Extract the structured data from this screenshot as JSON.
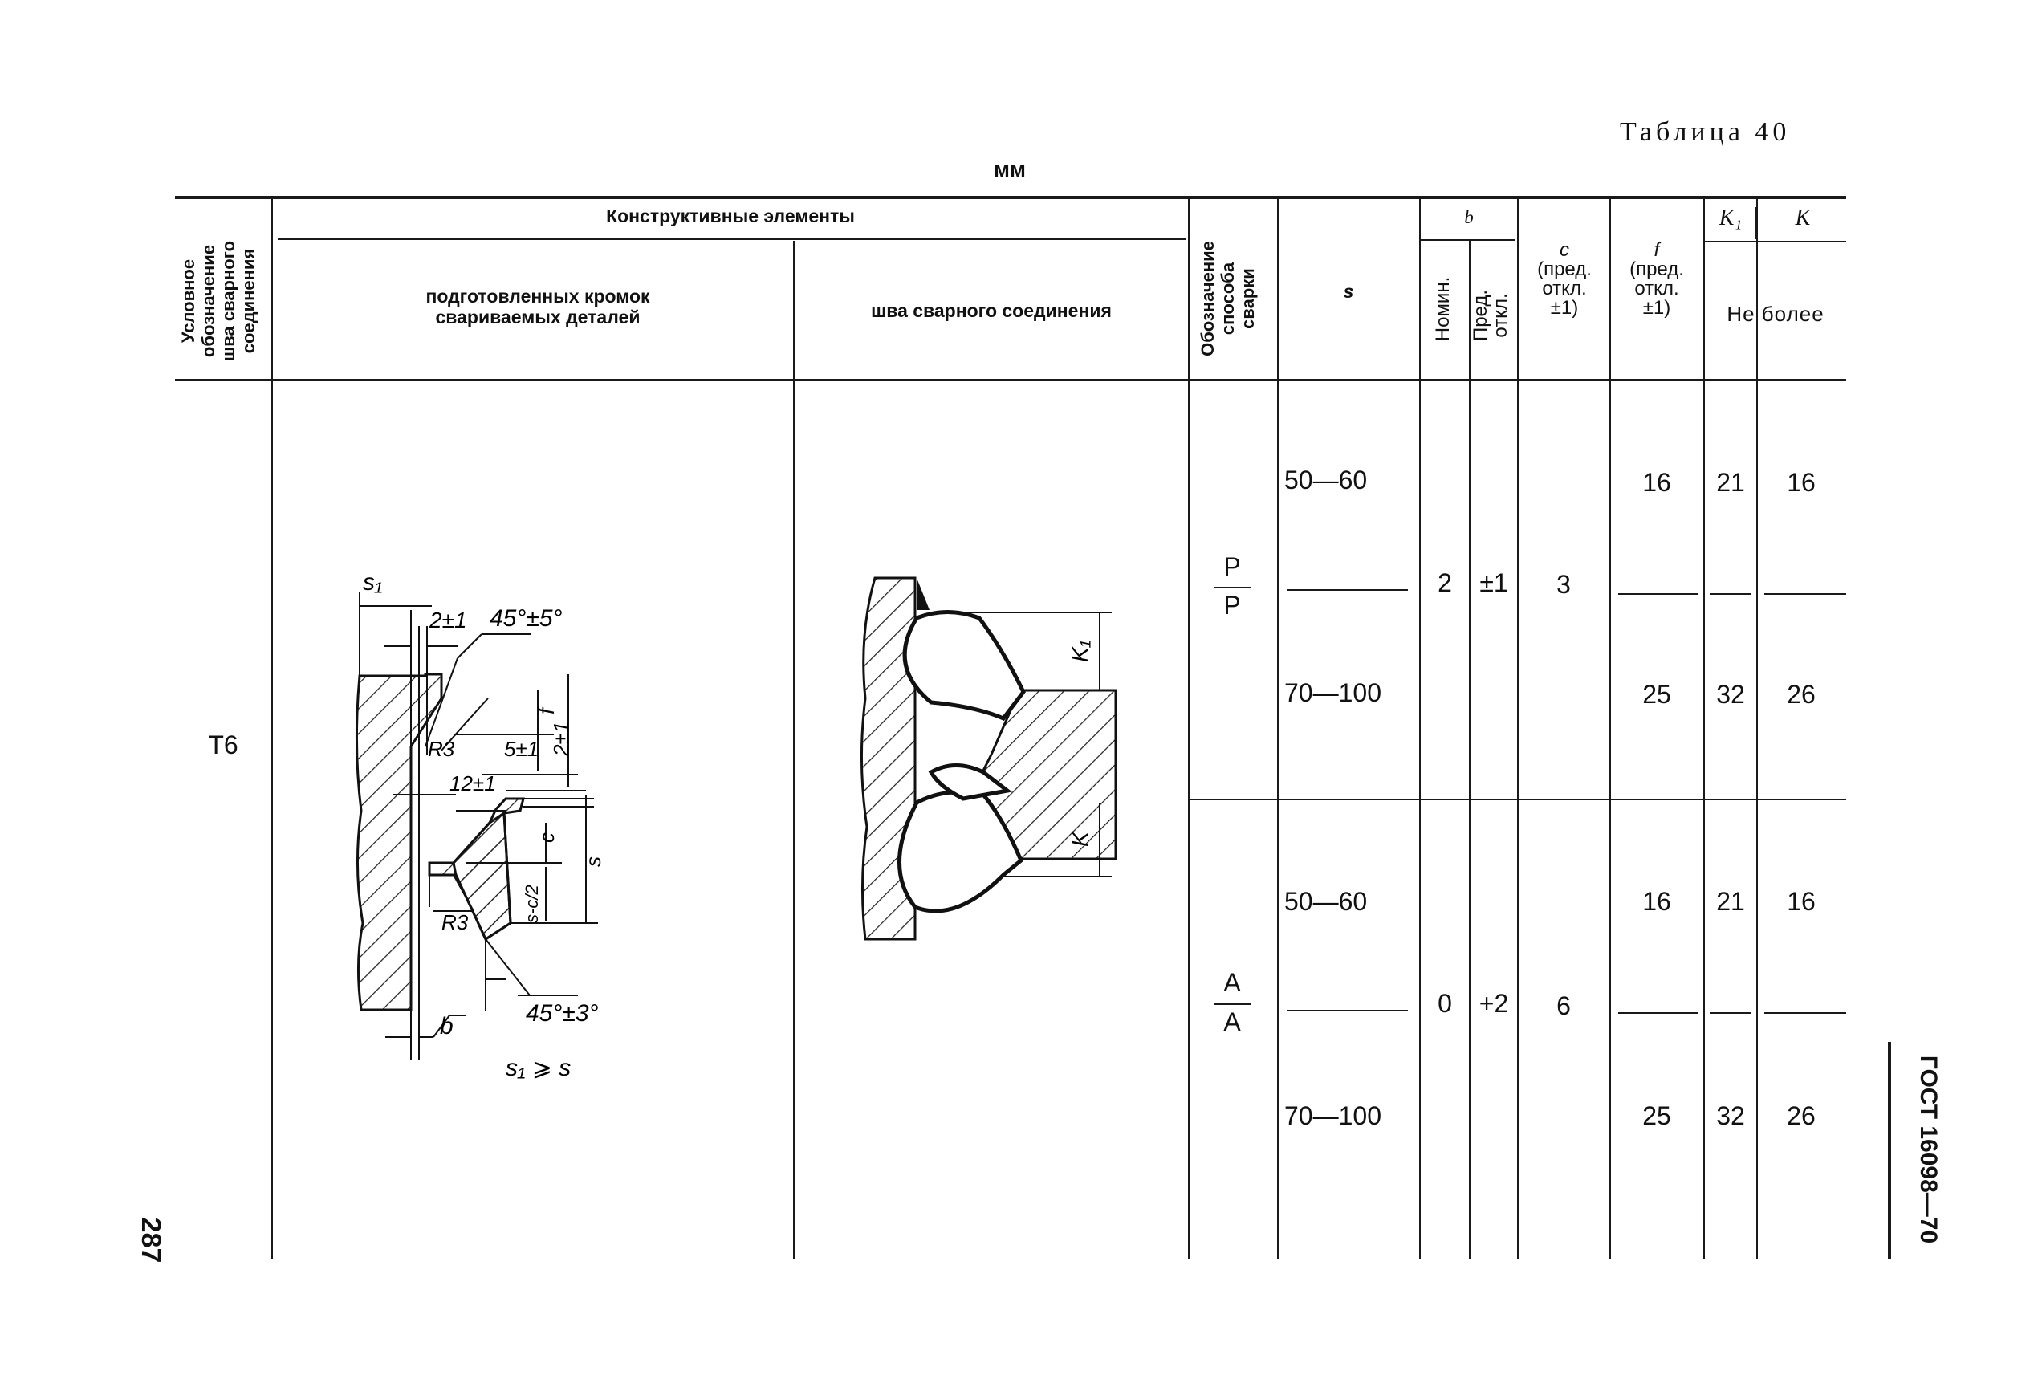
{
  "header": {
    "table_title": "Таблица 40",
    "units": "мм"
  },
  "columns": {
    "designation": [
      "Условное",
      "обозначение",
      "шва сварного",
      "соединения"
    ],
    "constructive": "Конструктивные элементы",
    "prepared_edges": [
      "подготовленных кромок",
      "свариваемых деталей"
    ],
    "weld_seam": "шва сварного соединения",
    "method": [
      "Обозначение",
      "способа",
      "сварки"
    ],
    "s": "s",
    "b": "b",
    "b_nom": "Номин.",
    "b_dev": [
      "Пред.",
      "откл."
    ],
    "c": [
      "c",
      "(пред.",
      "откл.",
      "±1)"
    ],
    "f": [
      "f",
      "(пред.",
      "откл.",
      "±1)"
    ],
    "k1": "K₁",
    "k": "K",
    "not_more": "Не более"
  },
  "row": {
    "designation": "Т6",
    "methods": [
      {
        "num": "Р",
        "den": "Р",
        "b_nom": "2",
        "b_dev": "±1",
        "c": "3",
        "sub": [
          {
            "s": "50—60",
            "f": "16",
            "k1": "21",
            "k": "16"
          },
          {
            "s": "70—100",
            "f": "25",
            "k1": "32",
            "k": "26"
          }
        ]
      },
      {
        "num": "А",
        "den": "А",
        "b_nom": "0",
        "b_dev": "+2",
        "c": "6",
        "sub": [
          {
            "s": "50—60",
            "f": "16",
            "k1": "21",
            "k": "16"
          },
          {
            "s": "70—100",
            "f": "25",
            "k1": "32",
            "k": "26"
          }
        ]
      }
    ]
  },
  "drawing_prep": {
    "s1": "s₁",
    "gap": "2±1",
    "angle_top": "45°±5°",
    "f": "f",
    "r3_top": "R3",
    "dim_5": "5±1",
    "dim_2": "2±1",
    "dim_12": "12±1",
    "c": "c",
    "s": "s",
    "s_c_2": "s-c/2",
    "r3_bot": "R3",
    "angle_bot": "45°±3°",
    "b": "b",
    "s1_ge_s": "s₁ ⩾ s"
  },
  "drawing_weld": {
    "k1": "K₁",
    "k": "K"
  },
  "side": {
    "page_number": "287",
    "standard": "ГОСТ 16098—70"
  }
}
